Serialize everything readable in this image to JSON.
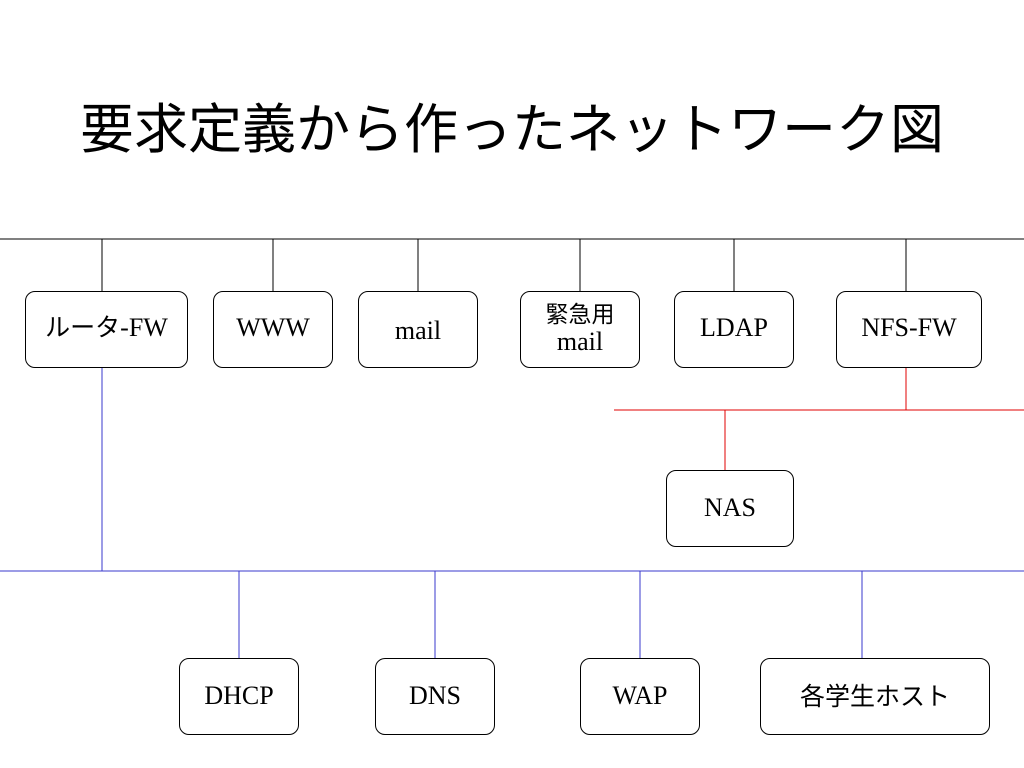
{
  "title": "要求定義から作ったネットワーク図",
  "nodes": {
    "router_fw": {
      "jp": "ルータ",
      "en": "-FW"
    },
    "www": "WWW",
    "mail": "mail",
    "emergency_mail": {
      "line1": "緊急用",
      "line2": "mail"
    },
    "ldap": "LDAP",
    "nfs_fw": "NFS-FW",
    "nas": "NAS",
    "dhcp": "DHCP",
    "dns": "DNS",
    "wap": "WAP",
    "student_hosts": "各学生ホスト"
  },
  "colors": {
    "outer_network": "#000000",
    "storage_network": "#e00000",
    "internal_network": "#3a3acc"
  }
}
